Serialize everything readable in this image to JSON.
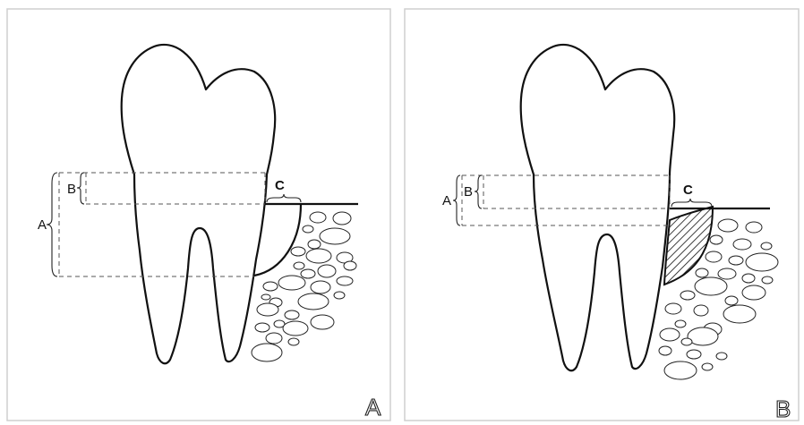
{
  "panels": [
    {
      "id": "A",
      "corner_label": "A",
      "labels": {
        "a": "A",
        "b": "B",
        "c": "C"
      }
    },
    {
      "id": "B",
      "corner_label": "B",
      "labels": {
        "a": "A",
        "b": "B",
        "c": "C"
      }
    }
  ],
  "colors": {
    "ink": "#111111",
    "frame": "#cfcfcf",
    "background": "#ffffff"
  }
}
